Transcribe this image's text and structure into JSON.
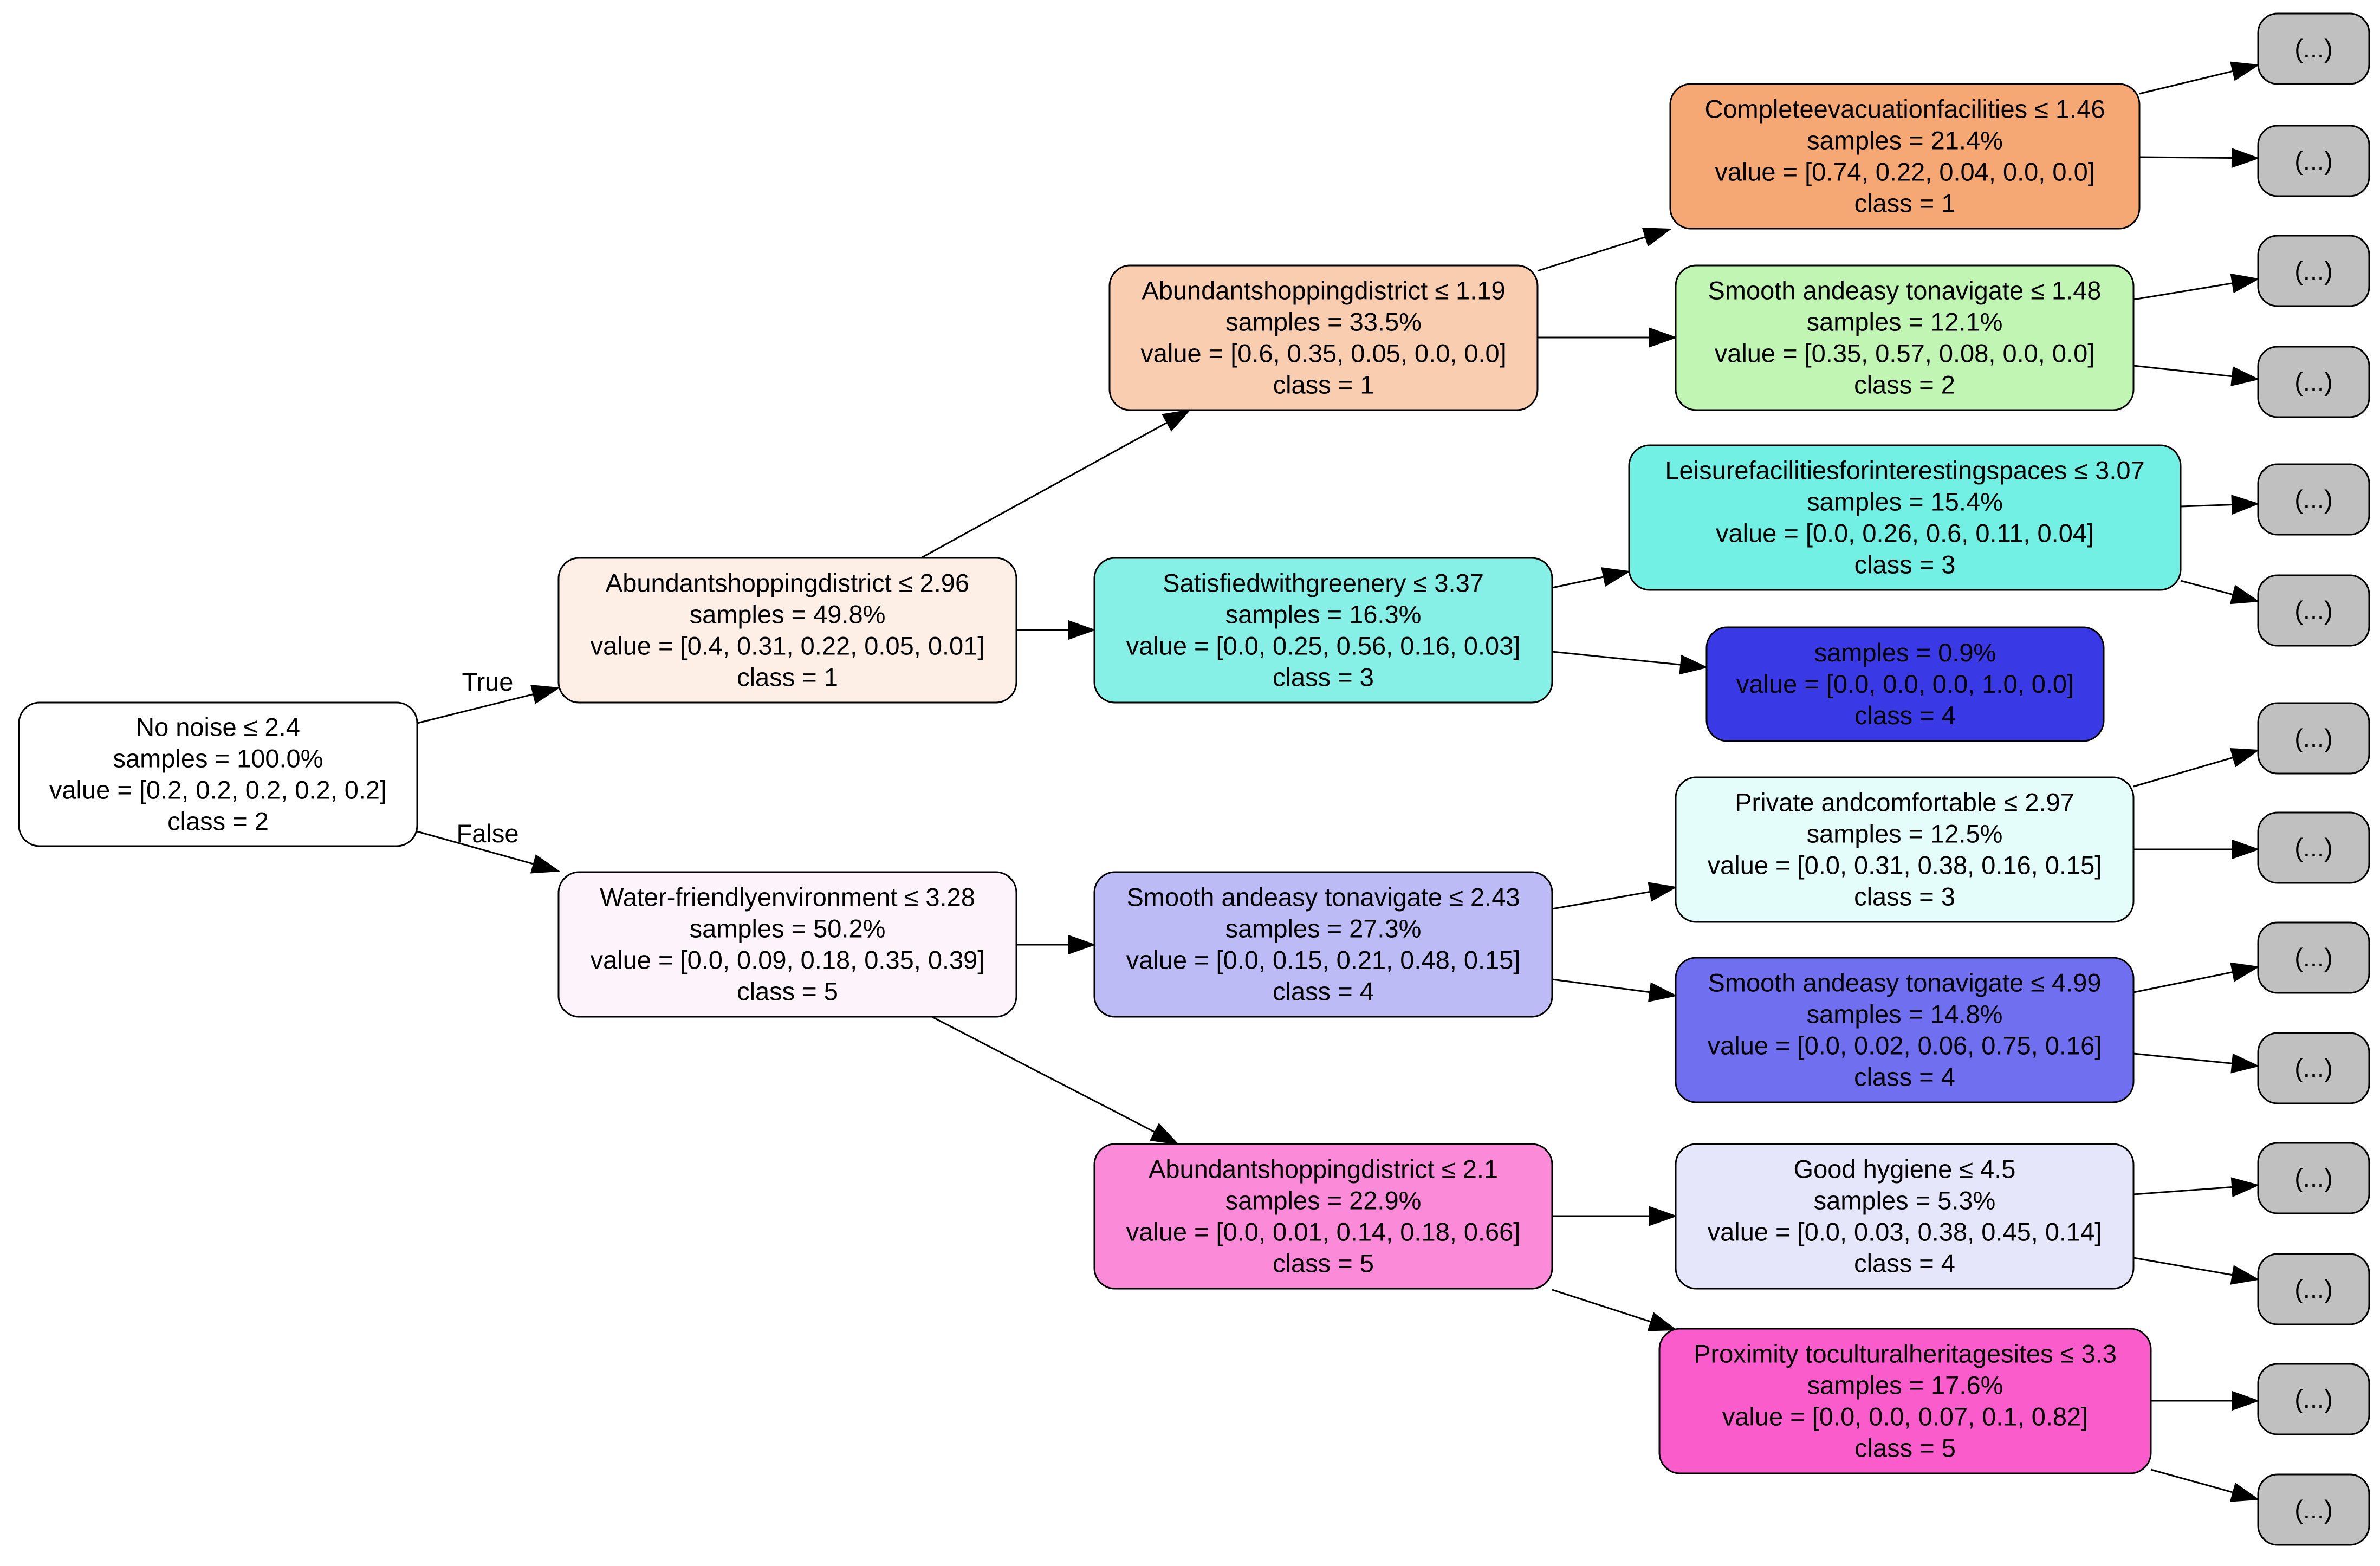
{
  "tree": {
    "edge_labels": {
      "true_label": "True",
      "false_label": "False"
    },
    "nodes": [
      {
        "id": "root",
        "lines": [
          "No noise ≤ 2.4",
          "samples = 100.0%",
          "value = [0.2, 0.2, 0.2, 0.2, 0.2]",
          "class = 2"
        ],
        "fill": "#ffffff"
      },
      {
        "id": "n1",
        "lines": [
          "Abundantshoppingdistrict ≤ 2.96",
          "samples = 49.8%",
          "value = [0.4, 0.31, 0.22, 0.05, 0.01]",
          "class = 1"
        ],
        "fill": "#fdefe6"
      },
      {
        "id": "n2",
        "lines": [
          "Water-friendlyenvironment ≤ 3.28",
          "samples = 50.2%",
          "value = [0.0, 0.09, 0.18, 0.35, 0.39]",
          "class = 5"
        ],
        "fill": "#fdf3fb"
      },
      {
        "id": "n3",
        "lines": [
          "Abundantshoppingdistrict ≤ 1.19",
          "samples = 33.5%",
          "value = [0.6, 0.35, 0.05, 0.0, 0.0]",
          "class = 1"
        ],
        "fill": "#f9cdaf"
      },
      {
        "id": "n4",
        "lines": [
          "Satisfiedwithgreenery ≤ 3.37",
          "samples = 16.3%",
          "value = [0.0, 0.25, 0.56, 0.16, 0.03]",
          "class = 3"
        ],
        "fill": "#86f0e6"
      },
      {
        "id": "n5",
        "lines": [
          "Smooth andeasy tonavigate ≤ 2.43",
          "samples = 27.3%",
          "value = [0.0, 0.15, 0.21, 0.48, 0.15]",
          "class = 4"
        ],
        "fill": "#bcbbf6"
      },
      {
        "id": "n6",
        "lines": [
          "Abundantshoppingdistrict ≤ 2.1",
          "samples = 22.9%",
          "value = [0.0, 0.01, 0.14, 0.18, 0.66]",
          "class = 5"
        ],
        "fill": "#fb8ad9"
      },
      {
        "id": "n7",
        "lines": [
          "Completeevacuationfacilities ≤ 1.46",
          "samples = 21.4%",
          "value = [0.74, 0.22, 0.04, 0.0, 0.0]",
          "class = 1"
        ],
        "fill": "#f6a874"
      },
      {
        "id": "n8",
        "lines": [
          "Smooth andeasy tonavigate ≤ 1.48",
          "samples = 12.1%",
          "value = [0.35, 0.57, 0.08, 0.0, 0.0]",
          "class = 2"
        ],
        "fill": "#c0f5b3"
      },
      {
        "id": "n9",
        "lines": [
          "Leisurefacilitiesforinterestingspaces ≤ 3.07",
          "samples = 15.4%",
          "value = [0.0, 0.26, 0.6, 0.11, 0.04]",
          "class = 3"
        ],
        "fill": "#72f0e4"
      },
      {
        "id": "n10",
        "lines": [
          "samples = 0.9%",
          "value = [0.0, 0.0, 0.0, 1.0, 0.0]",
          "class = 4"
        ],
        "fill": "#3a39e6"
      },
      {
        "id": "n11",
        "lines": [
          "Private andcomfortable ≤ 2.97",
          "samples = 12.5%",
          "value = [0.0, 0.31, 0.38, 0.16, 0.15]",
          "class = 3"
        ],
        "fill": "#e4fcfa"
      },
      {
        "id": "n12",
        "lines": [
          "Smooth andeasy tonavigate ≤ 4.99",
          "samples = 14.8%",
          "value = [0.0, 0.02, 0.06, 0.75, 0.16]",
          "class = 4"
        ],
        "fill": "#6f6ff0"
      },
      {
        "id": "n13",
        "lines": [
          "Good hygiene ≤ 4.5",
          "samples = 5.3%",
          "value = [0.0, 0.03, 0.38, 0.45, 0.14]",
          "class = 4"
        ],
        "fill": "#e6e6fa"
      },
      {
        "id": "n14",
        "lines": [
          "Proximity toculturalheritagesites ≤ 3.3",
          "samples = 17.6%",
          "value = [0.0, 0.0, 0.07, 0.1, 0.82]",
          "class = 5"
        ],
        "fill": "#fa5dcb"
      }
    ],
    "leaf_label": "(...)",
    "leaf_fill": "#c0c0c0"
  }
}
